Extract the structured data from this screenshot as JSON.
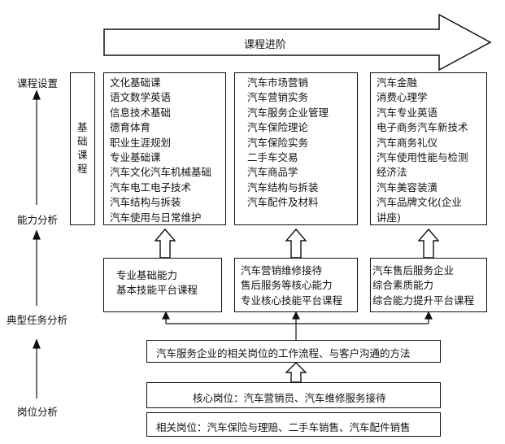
{
  "banner": {
    "label": "课程进阶"
  },
  "side_labels": {
    "course_setting": "课程设置",
    "ability_analysis": "能力分析",
    "task_analysis": "典型任务分析",
    "position_analysis": "岗位分析"
  },
  "basic_course_tag": [
    "基",
    "础",
    "课",
    "程"
  ],
  "course_columns": [
    {
      "items": [
        "文化基础课",
        "语文数学英语",
        "信息技术基础",
        "德育体育",
        "职业生涯规划",
        "专业基础课",
        "汽车文化汽车机械基础",
        "汽车电工电子技术",
        "汽车结构与拆装",
        "汽车使用与日常维护"
      ]
    },
    {
      "items": [
        "汽车市场营销",
        "汽车营销实务",
        "汽车服务企业管理",
        "汽车保险理论",
        "汽车保险实务",
        "二手车交易",
        "汽车商品学",
        "汽车结构与拆装",
        "汽车配件及材料"
      ]
    },
    {
      "items": [
        "汽车金融",
        "消费心理学",
        "汽车专业英语",
        "电子商务汽车新技术",
        "汽车商务礼仪",
        "汽车使用性能与检测",
        "经济法",
        "汽车美容装潢",
        "汽车品牌文化(企业",
        "讲座)"
      ]
    }
  ],
  "ability_columns": [
    {
      "items": [
        "专业基础能力",
        "基本技能平台课程"
      ]
    },
    {
      "items": [
        "汽车营销维修接待",
        "售后服务等核心能力",
        "专业核心技能平台课程"
      ]
    },
    {
      "items": [
        "汽车售后服务企业",
        "综合素质能力",
        "综合能力提升平台课程"
      ]
    }
  ],
  "workflow": {
    "label": "汽车服务企业的相关岗位的工作流程、与客户沟通的方法"
  },
  "core_positions": {
    "label": "核心岗位：汽车营销员、汽车维修服务接待"
  },
  "related_positions": {
    "label": "相关岗位：汽车保险与理赔、二手车销售、汽车配件销售"
  }
}
